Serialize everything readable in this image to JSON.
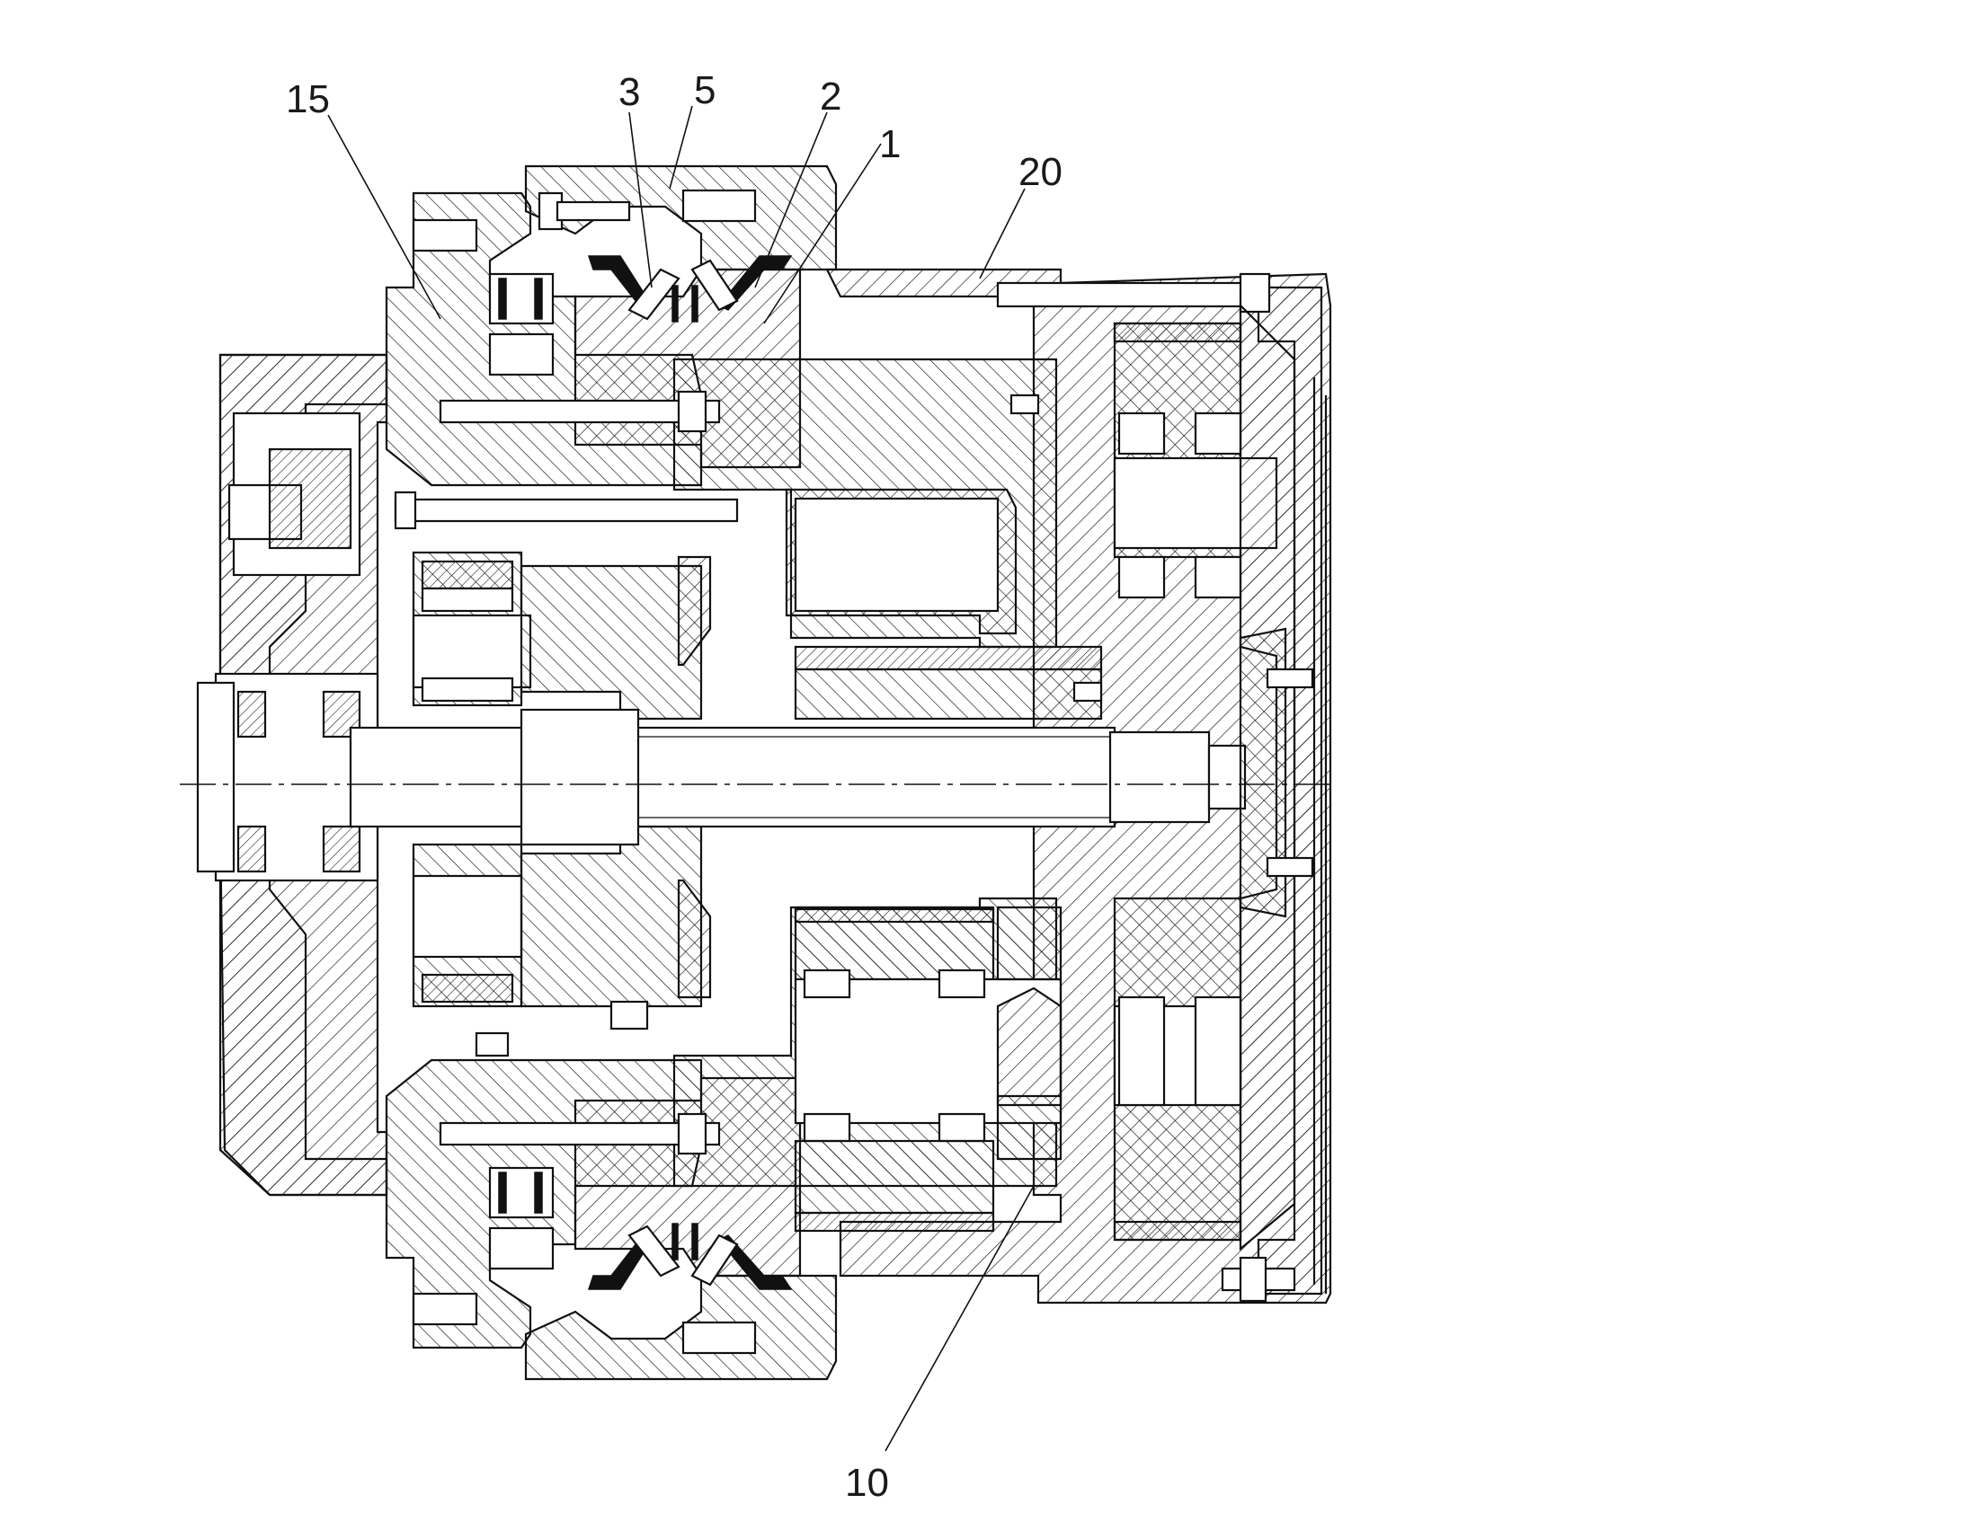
{
  "figure": {
    "callouts": {
      "c15": "15",
      "c3": "3",
      "c5": "5",
      "c2": "2",
      "c1": "1",
      "c20": "20",
      "c10": "10"
    },
    "line_color": "#111111",
    "background": "#ffffff"
  }
}
